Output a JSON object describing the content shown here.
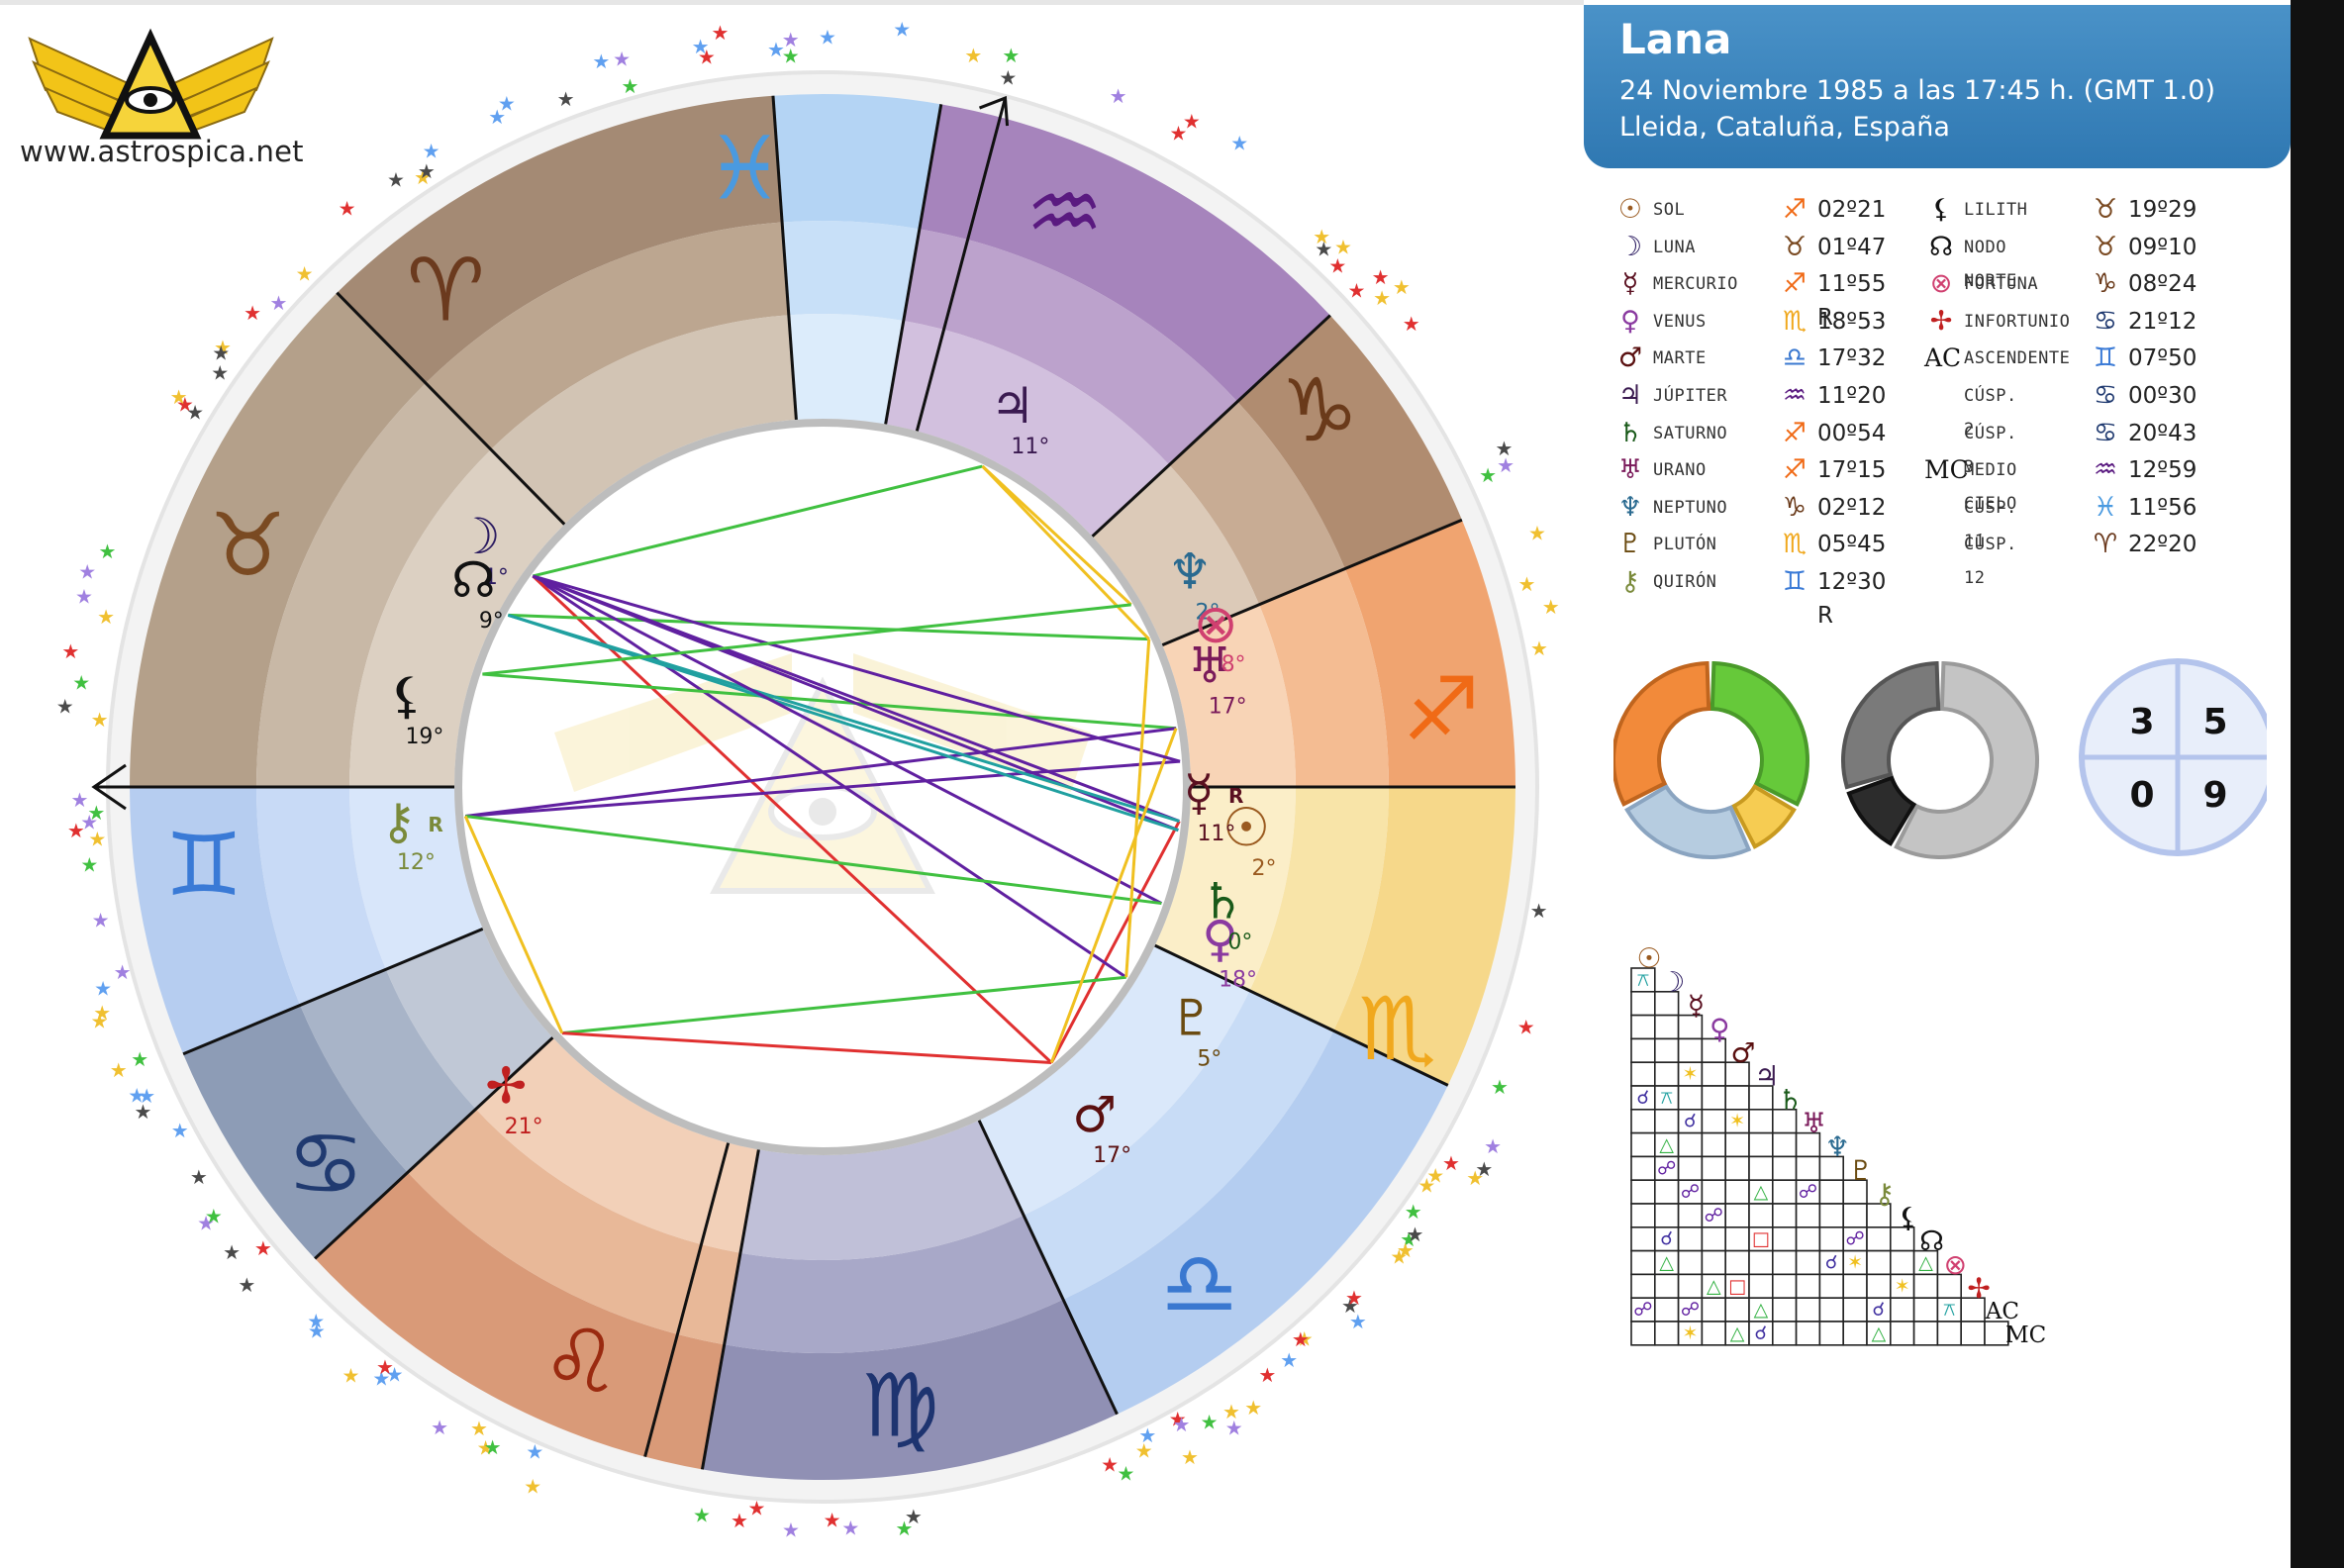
{
  "site": {
    "url": "www.astrospica.net"
  },
  "header": {
    "name": "Lana",
    "date_line": "24 Noviembre 1985 a las  17:45 h. (GMT 1.0)",
    "place_line": "Lleida, Cataluña, España"
  },
  "colors": {
    "header_bg": "#3c86c0",
    "fire": "#f08a3c",
    "earth": "#8a6a50",
    "air": "#90b0e0",
    "water": "#a07ab8"
  },
  "zodiac": [
    {
      "sign": "aries",
      "glyph": "♈",
      "color": "#6b3a1e"
    },
    {
      "sign": "taurus",
      "glyph": "♉",
      "color": "#7a4a22"
    },
    {
      "sign": "gemini",
      "glyph": "♊",
      "color": "#3a7ad6"
    },
    {
      "sign": "cancer",
      "glyph": "♋",
      "color": "#203a70"
    },
    {
      "sign": "leo",
      "glyph": "♌",
      "color": "#9a2a10"
    },
    {
      "sign": "virgo",
      "glyph": "♍",
      "color": "#1e3470"
    },
    {
      "sign": "libra",
      "glyph": "♎",
      "color": "#3a78d0"
    },
    {
      "sign": "scorpio",
      "glyph": "♏",
      "color": "#f0a81e"
    },
    {
      "sign": "sagittarius",
      "glyph": "♐",
      "color": "#f06a16"
    },
    {
      "sign": "capricorn",
      "glyph": "♑",
      "color": "#6a3a1a"
    },
    {
      "sign": "aquarius",
      "glyph": "♒",
      "color": "#5a1a80"
    },
    {
      "sign": "pisces",
      "glyph": "♓",
      "color": "#4a9ae0"
    }
  ],
  "wheel_planets": [
    {
      "name": "sun",
      "glyph": "☉",
      "deg_label": "2°",
      "color": "#9a5a20"
    },
    {
      "name": "moon",
      "glyph": "☽",
      "deg_label": "1°",
      "color": "#2a1a60"
    },
    {
      "name": "mercury",
      "glyph": "☿",
      "deg_label": "11°",
      "retro": "R",
      "color": "#5a1020"
    },
    {
      "name": "venus",
      "glyph": "♀",
      "deg_label": "18°",
      "color": "#8a3aa0"
    },
    {
      "name": "mars",
      "glyph": "♂",
      "deg_label": "17°",
      "color": "#5a1010"
    },
    {
      "name": "jupiter",
      "glyph": "♃",
      "deg_label": "11°",
      "color": "#3a1a50"
    },
    {
      "name": "saturn",
      "glyph": "♄",
      "deg_label": "0°",
      "color": "#1a5a1a"
    },
    {
      "name": "uranus",
      "glyph": "♅",
      "deg_label": "17°",
      "color": "#7a1a5a"
    },
    {
      "name": "neptune",
      "glyph": "♆",
      "deg_label": "2°",
      "color": "#2a6a90"
    },
    {
      "name": "pluto",
      "glyph": "♇",
      "deg_label": "5°",
      "color": "#6a4a10"
    },
    {
      "name": "chiron",
      "glyph": "⚷",
      "deg_label": "12°",
      "retro": "R",
      "color": "#7a8a3a"
    },
    {
      "name": "lilith",
      "glyph": "⚸",
      "deg_label": "19°",
      "color": "#111111"
    },
    {
      "name": "node",
      "glyph": "☊",
      "deg_label": "9°",
      "color": "#111111"
    },
    {
      "name": "fortuna",
      "glyph": "⊗",
      "deg_label": "8°",
      "color": "#d04070"
    },
    {
      "name": "infortunio",
      "glyph": "✢",
      "deg_label": "21°",
      "color": "#c02020"
    }
  ],
  "positions_left": [
    {
      "glyph": "☉",
      "label": "SOL",
      "sign": "♐",
      "deg": "02º21",
      "color": "#9a5a20",
      "scolor": "#f06a16"
    },
    {
      "glyph": "☽",
      "label": "LUNA",
      "sign": "♉",
      "deg": "01º47",
      "color": "#2a1a60",
      "scolor": "#7a4a22"
    },
    {
      "glyph": "☿",
      "label": "MERCURIO",
      "sign": "♐",
      "deg": "11º55 R",
      "color": "#5a1020",
      "scolor": "#f06a16"
    },
    {
      "glyph": "♀",
      "label": "VENUS",
      "sign": "♏",
      "deg": "18º53",
      "color": "#8a3aa0",
      "scolor": "#f0a81e"
    },
    {
      "glyph": "♂",
      "label": "MARTE",
      "sign": "♎",
      "deg": "17º32",
      "color": "#5a1010",
      "scolor": "#3a78d0"
    },
    {
      "glyph": "♃",
      "label": "JÚPITER",
      "sign": "♒",
      "deg": "11º20",
      "color": "#3a1a50",
      "scolor": "#5a1a80"
    },
    {
      "glyph": "♄",
      "label": "SATURNO",
      "sign": "♐",
      "deg": "00º54",
      "color": "#1a5a1a",
      "scolor": "#f06a16"
    },
    {
      "glyph": "♅",
      "label": "URANO",
      "sign": "♐",
      "deg": "17º15",
      "color": "#7a1a5a",
      "scolor": "#f06a16"
    },
    {
      "glyph": "♆",
      "label": "NEPTUNO",
      "sign": "♑",
      "deg": "02º12",
      "color": "#2a6a90",
      "scolor": "#6a3a1a"
    },
    {
      "glyph": "♇",
      "label": "PLUTÓN",
      "sign": "♏",
      "deg": "05º45",
      "color": "#6a4a10",
      "scolor": "#f0a81e"
    },
    {
      "glyph": "⚷",
      "label": "QUIRÓN",
      "sign": "♊",
      "deg": "12º30 R",
      "color": "#7a8a3a",
      "scolor": "#3a7ad6"
    }
  ],
  "positions_right": [
    {
      "glyph": "⚸",
      "label": "LILITH",
      "sign": "♉",
      "deg": "19º29",
      "color": "#111111",
      "scolor": "#7a4a22"
    },
    {
      "glyph": "☊",
      "label": "NODO NORTE",
      "sign": "♉",
      "deg": "09º10",
      "color": "#111111",
      "scolor": "#7a4a22"
    },
    {
      "glyph": "⊗",
      "label": "FORTUNA",
      "sign": "♑",
      "deg": "08º24",
      "color": "#d04070",
      "scolor": "#6a3a1a"
    },
    {
      "glyph": "✢",
      "label": "INFORTUNIO",
      "sign": "♋",
      "deg": "21º12",
      "color": "#c02020",
      "scolor": "#203a70"
    },
    {
      "glyph": "AC",
      "label": "ASCENDENTE",
      "sign": "♊",
      "deg": "07º50",
      "color": "#111111",
      "scolor": "#3a7ad6"
    },
    {
      "glyph": "",
      "label": "CÚSP. 2",
      "sign": "♋",
      "deg": "00º30",
      "color": "#111111",
      "scolor": "#203a70"
    },
    {
      "glyph": "",
      "label": "CÚSP. 3",
      "sign": "♋",
      "deg": "20º43",
      "color": "#111111",
      "scolor": "#203a70"
    },
    {
      "glyph": "MC",
      "label": "MEDIO CIELO",
      "sign": "♒",
      "deg": "12º59",
      "color": "#111111",
      "scolor": "#5a1a80"
    },
    {
      "glyph": "",
      "label": "CÚSP. 11",
      "sign": "♓",
      "deg": "11º56",
      "color": "#111111",
      "scolor": "#4a9ae0"
    },
    {
      "glyph": "",
      "label": "CÚSP. 12",
      "sign": "♈",
      "deg": "22º20",
      "color": "#111111",
      "scolor": "#6b3a1e"
    }
  ],
  "quadrants": {
    "q1": "3",
    "q2": "5",
    "q3": "0",
    "q4": "9"
  },
  "aspect_grid": {
    "bodies": [
      {
        "glyph": "☉",
        "color": "#9a5a20"
      },
      {
        "glyph": "☽",
        "color": "#2a1a60"
      },
      {
        "glyph": "☿",
        "color": "#5a1020"
      },
      {
        "glyph": "♀",
        "color": "#8a3aa0"
      },
      {
        "glyph": "♂",
        "color": "#5a1010"
      },
      {
        "glyph": "♃",
        "color": "#3a1a50"
      },
      {
        "glyph": "♄",
        "color": "#1a5a1a"
      },
      {
        "glyph": "♅",
        "color": "#7a1a5a"
      },
      {
        "glyph": "♆",
        "color": "#2a6a90"
      },
      {
        "glyph": "♇",
        "color": "#6a4a10"
      },
      {
        "glyph": "⚷",
        "color": "#7a8a3a"
      },
      {
        "glyph": "⚸",
        "color": "#111111"
      },
      {
        "glyph": "☊",
        "color": "#111111"
      },
      {
        "glyph": "⊗",
        "color": "#d04070"
      },
      {
        "glyph": "✢",
        "color": "#c02020"
      },
      {
        "glyph": "AC",
        "color": "#111111"
      },
      {
        "glyph": "MC",
        "color": "#111111"
      }
    ],
    "aspects": [
      {
        "row": 1,
        "col": 0,
        "sym": "⚻",
        "color": "#20a0a0"
      },
      {
        "row": 5,
        "col": 2,
        "sym": "✶",
        "color": "#f0c020"
      },
      {
        "row": 6,
        "col": 0,
        "sym": "☌",
        "color": "#4030a0"
      },
      {
        "row": 6,
        "col": 1,
        "sym": "⚻",
        "color": "#20a0a0"
      },
      {
        "row": 7,
        "col": 2,
        "sym": "☌",
        "color": "#4030a0"
      },
      {
        "row": 7,
        "col": 4,
        "sym": "✶",
        "color": "#f0c020"
      },
      {
        "row": 8,
        "col": 1,
        "sym": "△",
        "color": "#30b040"
      },
      {
        "row": 9,
        "col": 1,
        "sym": "☍",
        "color": "#6020a0"
      },
      {
        "row": 10,
        "col": 2,
        "sym": "☍",
        "color": "#6020a0"
      },
      {
        "row": 10,
        "col": 5,
        "sym": "△",
        "color": "#30b040"
      },
      {
        "row": 10,
        "col": 7,
        "sym": "☍",
        "color": "#6020a0"
      },
      {
        "row": 11,
        "col": 3,
        "sym": "☍",
        "color": "#6020a0"
      },
      {
        "row": 12,
        "col": 1,
        "sym": "☌",
        "color": "#4030a0"
      },
      {
        "row": 12,
        "col": 5,
        "sym": "□",
        "color": "#e03030"
      },
      {
        "row": 12,
        "col": 9,
        "sym": "☍",
        "color": "#6020a0"
      },
      {
        "row": 13,
        "col": 1,
        "sym": "△",
        "color": "#30b040"
      },
      {
        "row": 13,
        "col": 8,
        "sym": "☌",
        "color": "#4030a0"
      },
      {
        "row": 13,
        "col": 9,
        "sym": "✶",
        "color": "#f0c020"
      },
      {
        "row": 13,
        "col": 12,
        "sym": "△",
        "color": "#30b040"
      },
      {
        "row": 14,
        "col": 3,
        "sym": "△",
        "color": "#30b040"
      },
      {
        "row": 14,
        "col": 4,
        "sym": "□",
        "color": "#e03030"
      },
      {
        "row": 14,
        "col": 11,
        "sym": "✶",
        "color": "#f0c020"
      },
      {
        "row": 15,
        "col": 0,
        "sym": "☍",
        "color": "#6020a0"
      },
      {
        "row": 15,
        "col": 2,
        "sym": "☍",
        "color": "#6020a0"
      },
      {
        "row": 15,
        "col": 5,
        "sym": "△",
        "color": "#30b040"
      },
      {
        "row": 15,
        "col": 10,
        "sym": "☌",
        "color": "#4030a0"
      },
      {
        "row": 15,
        "col": 13,
        "sym": "⚻",
        "color": "#20a0a0"
      },
      {
        "row": 16,
        "col": 2,
        "sym": "✶",
        "color": "#f0c020"
      },
      {
        "row": 16,
        "col": 4,
        "sym": "△",
        "color": "#30b040"
      },
      {
        "row": 16,
        "col": 5,
        "sym": "☌",
        "color": "#4030a0"
      },
      {
        "row": 16,
        "col": 10,
        "sym": "△",
        "color": "#30b040"
      }
    ]
  },
  "elements": {
    "fire": 0.33,
    "earth": 0.33,
    "air": 0.1,
    "water": 0.24
  },
  "modalities": {
    "cardinal": 0.3,
    "fixed": 0.12,
    "mutable": 0.58
  }
}
